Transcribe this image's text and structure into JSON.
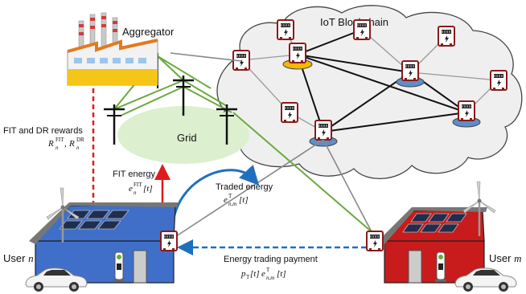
{
  "labels": {
    "aggregator": "Aggregator",
    "iot_blockchain": "IoT Blockchain",
    "grid": "Grid",
    "fit_dr_rewards": "FIT and DR rewards",
    "fit_energy": "FIT energy",
    "traded_energy": "Traded energy",
    "energy_trading_payment": "Energy trading payment",
    "user_n": "User",
    "user_m": "User"
  },
  "math": {
    "rewards_main": "R",
    "rewards_sub": "n",
    "rewards_sup_fit": "FIT",
    "rewards_sup_dr": "DR",
    "rewards_sep": ", ",
    "fit_energy_var": "e",
    "fit_energy_sub": "n",
    "fit_energy_sup": "FIT",
    "fit_energy_arg": "[t]",
    "traded_var": "e",
    "traded_sub": "n,m",
    "traded_sup": "T",
    "traded_arg": "[t]",
    "payment_p": "p",
    "payment_p_sub": "T",
    "payment_p_arg": "[t]",
    "payment_e": "e",
    "payment_e_sub": "n,m",
    "payment_e_sup": "T",
    "payment_e_arg": "[t]",
    "user_n_var": "n",
    "user_m_var": "m"
  },
  "colors": {
    "red_arrow": "#e01b1b",
    "blue_arrow": "#1f6fbf",
    "green_line": "#6aaa3c",
    "cloud_fill": "#efefef",
    "grid_fill": "#dcefcf",
    "house_n": "#3f6fc9",
    "house_m": "#c81b1b",
    "meter_frame": "#8b1a1a",
    "node_yellow": "#f5b800",
    "node_blue": "#5b8fc9"
  },
  "icons": {
    "meter": "smart-meter-icon",
    "car": "electric-car-icon",
    "charger": "ev-charger-icon",
    "turbine": "wind-turbine-icon",
    "factory": "factory-icon",
    "pylon": "power-pole-icon"
  }
}
